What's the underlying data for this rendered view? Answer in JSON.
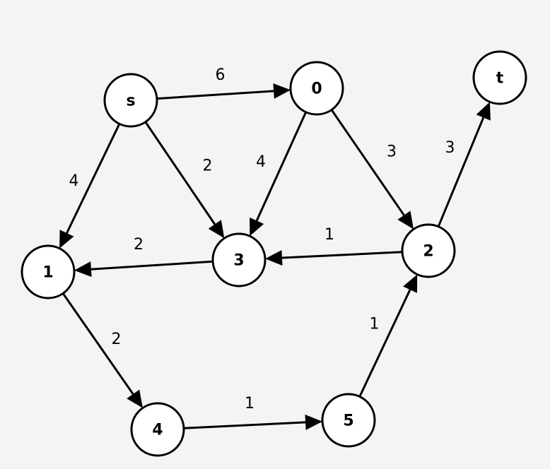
{
  "graph": {
    "nodes": [
      {
        "id": "s",
        "label": "s"
      },
      {
        "id": "0",
        "label": "0"
      },
      {
        "id": "t",
        "label": "t"
      },
      {
        "id": "1",
        "label": "1"
      },
      {
        "id": "3",
        "label": "3"
      },
      {
        "id": "2",
        "label": "2"
      },
      {
        "id": "4",
        "label": "4"
      },
      {
        "id": "5",
        "label": "5"
      }
    ],
    "edges": [
      {
        "from": "s",
        "to": "0",
        "label": "6"
      },
      {
        "from": "s",
        "to": "1",
        "label": "4"
      },
      {
        "from": "s",
        "to": "3",
        "label": "2"
      },
      {
        "from": "0",
        "to": "3",
        "label": "4"
      },
      {
        "from": "0",
        "to": "2",
        "label": "3"
      },
      {
        "from": "2",
        "to": "t",
        "label": "3"
      },
      {
        "from": "2",
        "to": "3",
        "label": "1"
      },
      {
        "from": "3",
        "to": "1",
        "label": "2"
      },
      {
        "from": "1",
        "to": "4",
        "label": "2"
      },
      {
        "from": "4",
        "to": "5",
        "label": "1"
      },
      {
        "from": "5",
        "to": "2",
        "label": "1"
      }
    ]
  }
}
